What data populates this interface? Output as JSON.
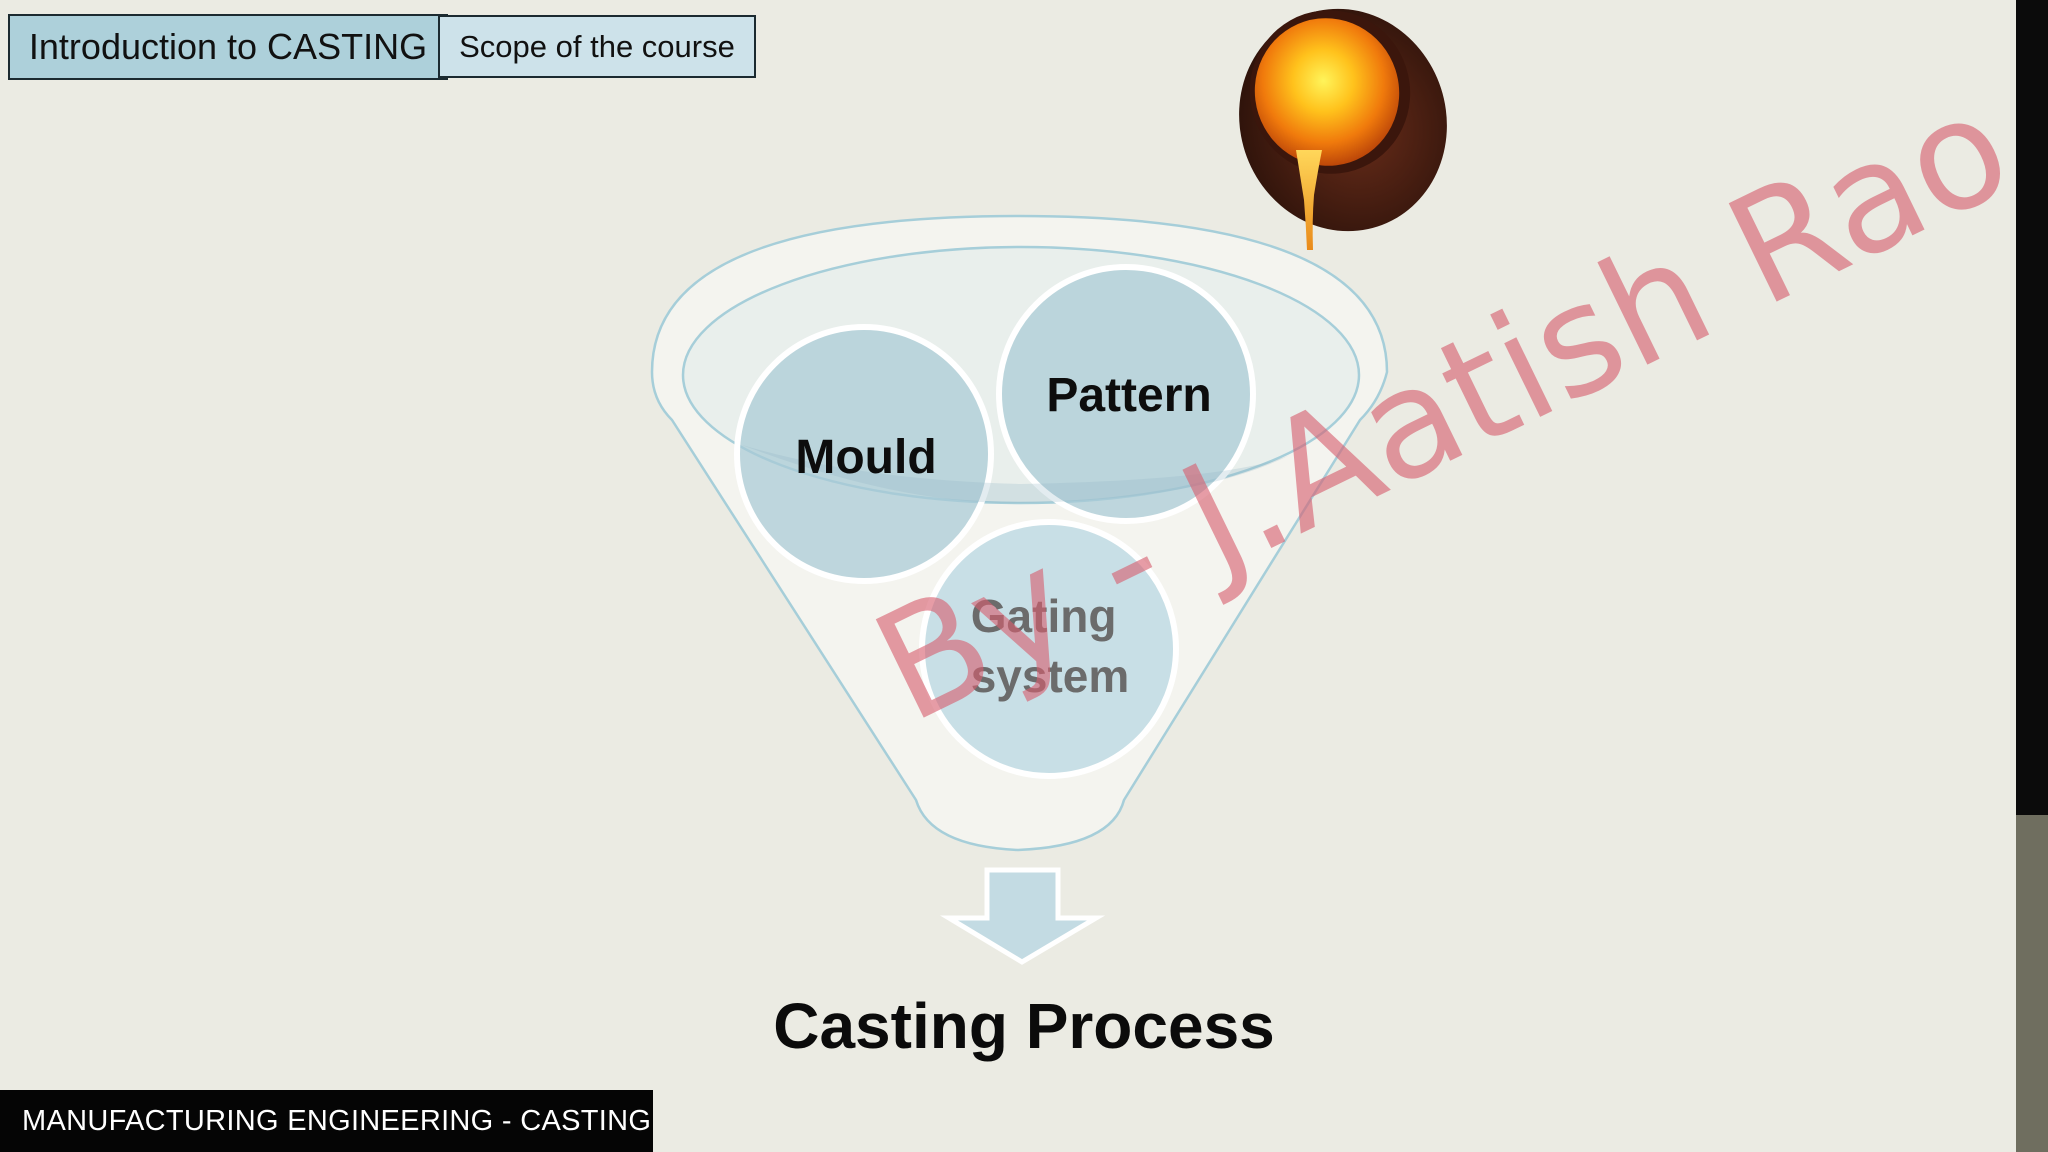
{
  "breadcrumb": {
    "main": "Introduction to CASTING",
    "sub": "Scope of the course"
  },
  "diagram": {
    "inputs": [
      "Mould",
      "Pattern",
      "Gating system"
    ],
    "output": "Casting Process"
  },
  "watermark": "By - J.Aatish Rao",
  "footer": "MANUFACTURING ENGINEERING - CASTING",
  "colors": {
    "background": "#ebebe3",
    "circle": "#a9cad6",
    "breadcrumb_main": "#add0da",
    "breadcrumb_sub": "#cde2ea",
    "watermark": "#d66070",
    "footer_bg": "#050505"
  },
  "icons": {
    "crucible": "crucible-pouring-molten-metal-icon",
    "arrow": "arrow-down-icon"
  }
}
